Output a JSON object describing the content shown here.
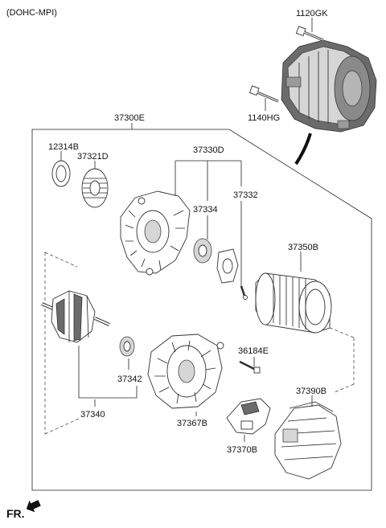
{
  "engine_label": "(DOHC-MPI)",
  "callouts": {
    "bolt_top": "1120GK",
    "bolt_side": "1140HG",
    "assembly": "37300E",
    "seal": "12314B",
    "pulley": "37321D",
    "front_bracket": "37330D",
    "front_bolt": "37332",
    "front_bearing": "37334",
    "stator": "37350B",
    "rotor": "37340",
    "rear_bearing": "37342",
    "rear_bracket": "37367B",
    "rear_bolt": "36184E",
    "regulator": "37370B",
    "rear_cover": "37390B"
  },
  "direction_label": "FR."
}
